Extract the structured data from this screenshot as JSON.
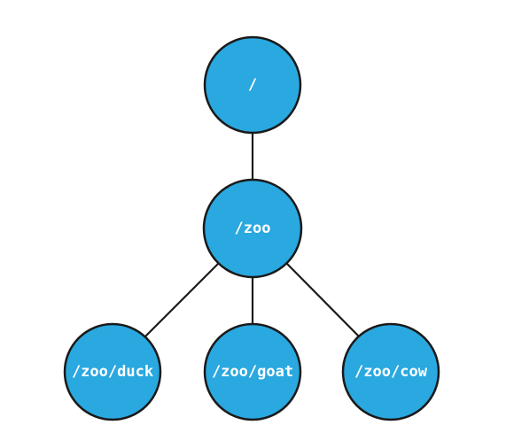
{
  "colors": {
    "node_fill": "#2aa8e0",
    "node_stroke": "#1a1a1a",
    "edge": "#1a1a1a",
    "label": "#ffffff"
  },
  "nodes": [
    {
      "id": "root",
      "label": "/"
    },
    {
      "id": "zoo",
      "label": "/zoo"
    },
    {
      "id": "duck",
      "label": "/zoo/duck"
    },
    {
      "id": "goat",
      "label": "/zoo/goat"
    },
    {
      "id": "cow",
      "label": "/zoo/cow"
    }
  ],
  "edges": [
    {
      "from": "root",
      "to": "zoo"
    },
    {
      "from": "zoo",
      "to": "duck"
    },
    {
      "from": "zoo",
      "to": "goat"
    },
    {
      "from": "zoo",
      "to": "cow"
    }
  ]
}
